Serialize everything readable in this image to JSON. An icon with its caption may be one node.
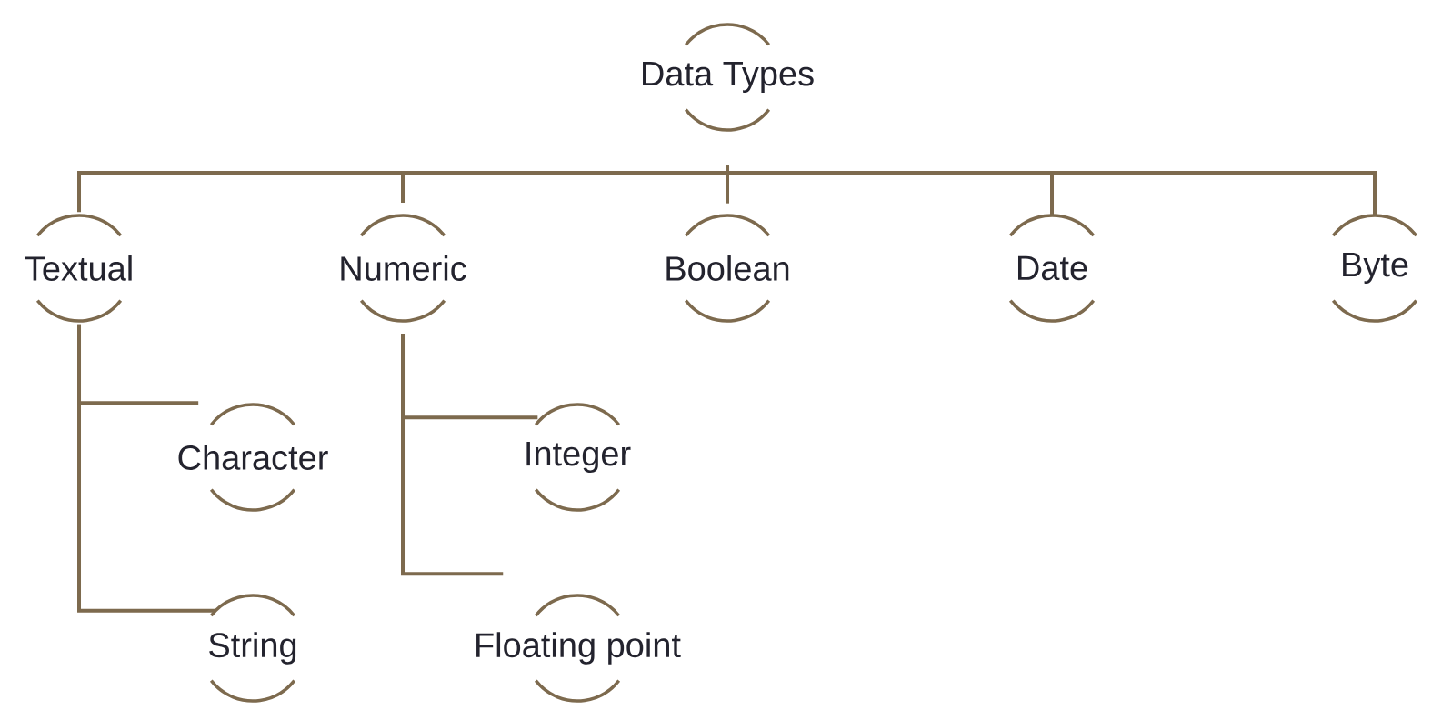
{
  "diagram": {
    "nodes": [
      {
        "text": [
          "Data Types"
        ]
      },
      {
        "text": [
          "Textual"
        ]
      },
      {
        "text": [
          "Numeric"
        ]
      },
      {
        "text": [
          "Boolean"
        ]
      },
      {
        "text": [
          "Date"
        ]
      },
      {
        "text": [
          "Byte"
        ]
      },
      {
        "text": [
          "Character"
        ]
      },
      {
        "text": [
          "String"
        ]
      },
      {
        "text": [
          "Integer"
        ]
      },
      {
        "text": [
          "Floating point"
        ]
      }
    ],
    "edges": [
      {
        "from": 0,
        "to": 1,
        "arrow": "none"
      },
      {
        "from": 0,
        "to": 2,
        "arrow": "none"
      },
      {
        "from": 0,
        "to": 3,
        "arrow": "none"
      },
      {
        "from": 0,
        "to": 4,
        "arrow": "none"
      },
      {
        "from": 0,
        "to": 5,
        "arrow": "none"
      },
      {
        "from": 1,
        "to": 6,
        "arrow": "none"
      },
      {
        "from": 1,
        "to": 7,
        "arrow": "none"
      },
      {
        "from": 2,
        "to": 8,
        "arrow": "none"
      },
      {
        "from": 2,
        "to": 9,
        "arrow": "none"
      }
    ]
  }
}
